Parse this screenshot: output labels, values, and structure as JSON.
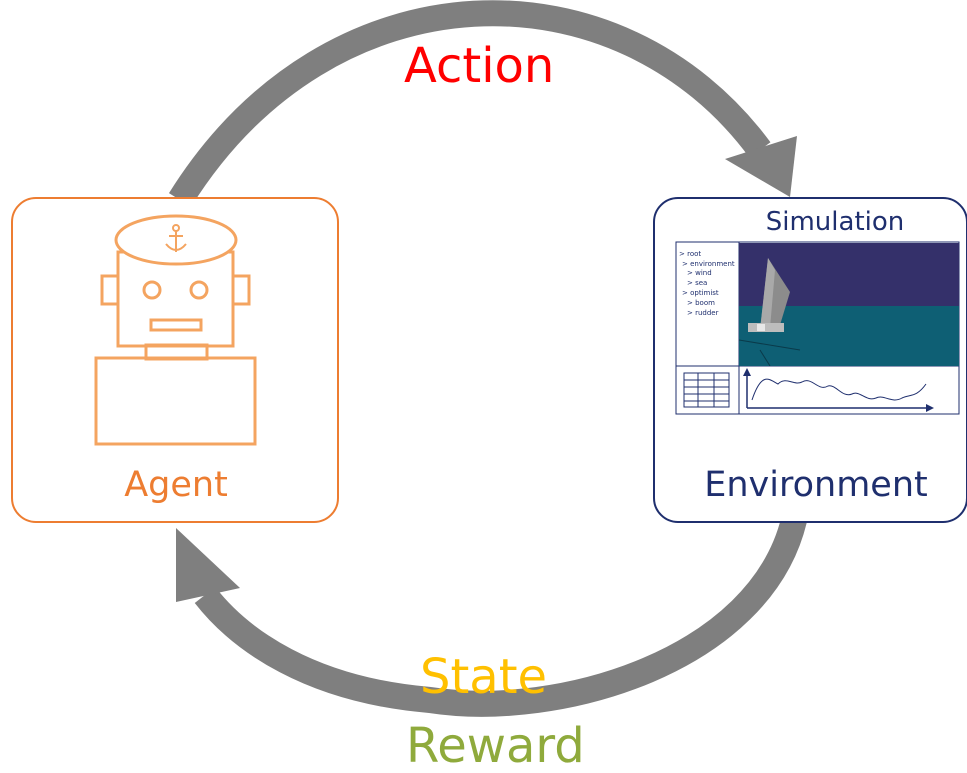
{
  "labels": {
    "action": "Action",
    "state": "State",
    "reward": "Reward"
  },
  "agent": {
    "label": "Agent",
    "icon": "robot-captain-icon"
  },
  "environment": {
    "label": "Environment",
    "panel_title": "Simulation",
    "tree": [
      "> root",
      "> environment",
      "> wind",
      "> sea",
      "> optimist",
      "> boom",
      "> rudder"
    ],
    "icons": [
      "sailboat-3d-view",
      "table-icon",
      "line-plot-icon"
    ]
  },
  "colors": {
    "cycle_arrow": "#7f7f7f",
    "agent": "#ed7d31",
    "agent_robot": "#f4a460",
    "environment": "#1f2f6e",
    "action": "#ff0000",
    "state": "#ffc000",
    "reward": "#8faa3c",
    "sky": "#34306a",
    "sea": "#0e5f74"
  }
}
